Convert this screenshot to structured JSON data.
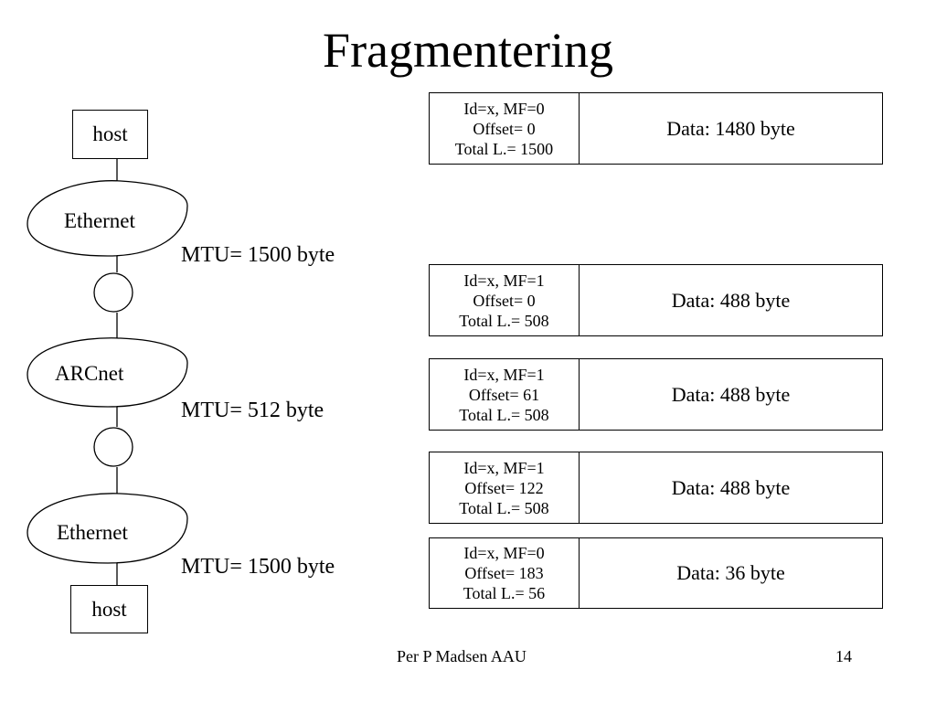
{
  "title": "Fragmentering",
  "network": {
    "host_top": "host",
    "net1": "Ethernet",
    "net2": "ARCnet",
    "net3": "Ethernet",
    "host_bottom": "host",
    "mtu1": "MTU= 1500 byte",
    "mtu2": "MTU= 512 byte",
    "mtu3": "MTU= 1500 byte"
  },
  "fragments": [
    {
      "id": "Id=x, MF=0",
      "offset": "Offset= 0",
      "total": "Total L.= 1500",
      "data": "Data: 1480 byte"
    },
    {
      "id": "Id=x, MF=1",
      "offset": "Offset= 0",
      "total": "Total L.= 508",
      "data": "Data: 488 byte"
    },
    {
      "id": "Id=x, MF=1",
      "offset": "Offset= 61",
      "total": "Total L.= 508",
      "data": "Data: 488 byte"
    },
    {
      "id": "Id=x, MF=1",
      "offset": "Offset= 122",
      "total": "Total L.= 508",
      "data": "Data: 488 byte"
    },
    {
      "id": "Id=x, MF=0",
      "offset": "Offset= 183",
      "total": "Total L.= 56",
      "data": "Data: 36 byte"
    }
  ],
  "footer": {
    "author": "Per P Madsen AAU",
    "page": "14"
  }
}
